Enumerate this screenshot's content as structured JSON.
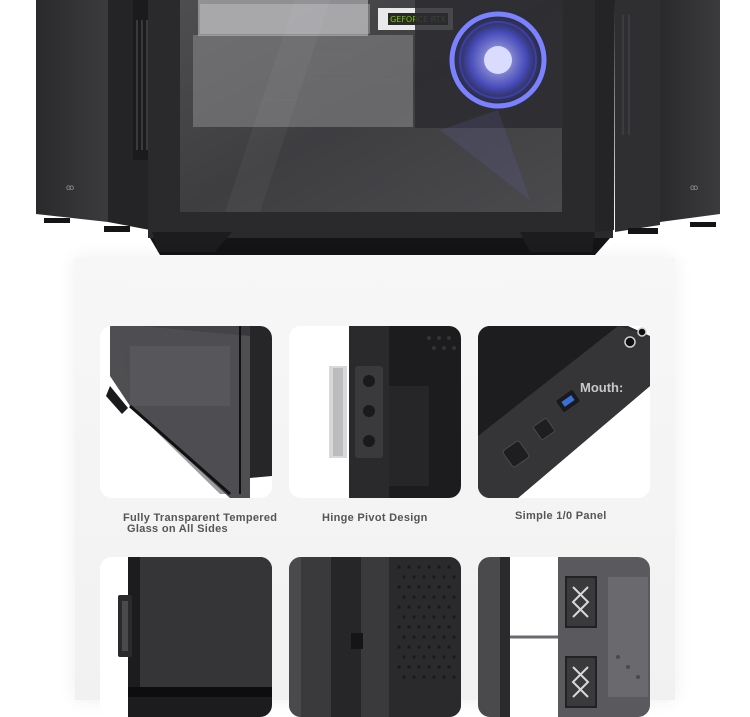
{
  "hero": {
    "gpu_label": "GEFORCE RTX",
    "brand_mark": "ꝏ",
    "fan_color": "#5b63ff"
  },
  "features": [
    {
      "caption_line1": "Fully Transparent Tempered",
      "caption_line2": "Glass on All Sides"
    },
    {
      "caption_line1": "Hinge Pivot Design"
    },
    {
      "caption_line1": "Simple 1/0 Panel",
      "overlay_text": "Mouth:"
    }
  ],
  "colors": {
    "case_black": "#2e2e30",
    "caption_gray": "#555555",
    "usb_blue": "#3a6fd8"
  }
}
